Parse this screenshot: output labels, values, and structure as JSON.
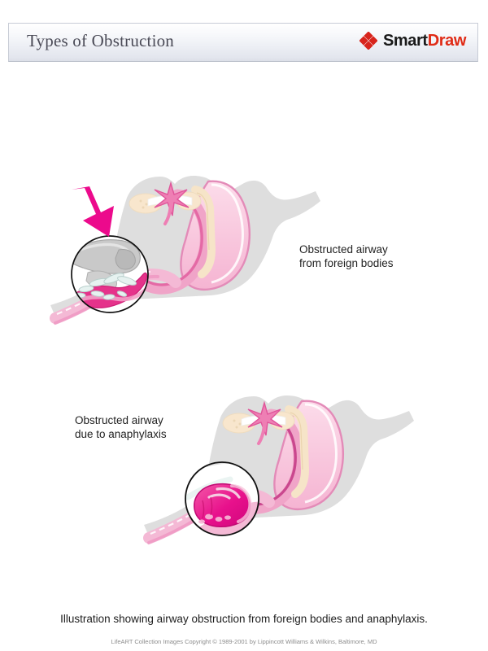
{
  "header": {
    "title": "Types of Obstruction",
    "logo": {
      "icon": "smartdraw-diamonds-icon",
      "text_primary": "Smart",
      "text_secondary": "Draw",
      "color_primary": "#1a1a1a",
      "color_secondary": "#e02b16",
      "icon_color": "#d8241c"
    }
  },
  "figures": [
    {
      "id": "figure-one",
      "name": "obstructed-airway-foreign-bodies-illustration",
      "label": "Obstructed airway\nfrom foreign bodies",
      "arrow": {
        "present": true,
        "color": "#ec0a8c",
        "direction": "down-right"
      },
      "callout_circle": {
        "present": true,
        "content": "foreign-body-fragments"
      },
      "colors": {
        "cartilage_gray": "#d6d6d6",
        "tissue_pink": "#f3aecb",
        "mucosa_pink": "#f7c9dd",
        "deep_magenta": "#e8348a",
        "bone_cream": "#f6e4c8",
        "outline": "#c8719e"
      }
    },
    {
      "id": "figure-two",
      "name": "obstructed-airway-anaphylaxis-illustration",
      "label": "Obstructed airway\ndue to anaphylaxis",
      "arrow": {
        "present": false,
        "color": "#ec0a8c",
        "direction": "none"
      },
      "callout_circle": {
        "present": true,
        "content": "swollen-epiglottis-edema"
      },
      "colors": {
        "cartilage_gray": "#d6d6d6",
        "tissue_pink": "#f3aecb",
        "mucosa_pink": "#f7c9dd",
        "deep_magenta": "#e8118c",
        "bone_cream": "#f6e4c8",
        "outline": "#c8719e"
      }
    }
  ],
  "caption": "Illustration showing airway obstruction from foreign bodies and anaphylaxis.",
  "copyright": "LifeART Collection Images Copyright © 1989-2001 by Lippincott Williams & Wilkins, Baltimore, MD"
}
